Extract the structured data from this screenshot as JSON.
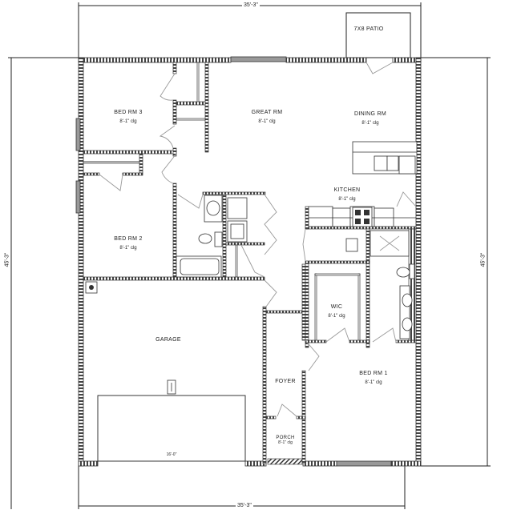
{
  "plan": {
    "dimensions": {
      "top_width": "35'-3\"",
      "bottom_width": "35'-3\"",
      "left_depth": "45'-3\"",
      "right_depth": "45'-3\""
    },
    "rooms": [
      {
        "id": "bed3",
        "name": "BED RM 3",
        "ceiling": "8'-1\" clg"
      },
      {
        "id": "great",
        "name": "GREAT RM",
        "ceiling": "8'-1\" clg"
      },
      {
        "id": "dining",
        "name": "DINING RM",
        "ceiling": "8'-1\" clg"
      },
      {
        "id": "kitchen",
        "name": "KITCHEN",
        "ceiling": "8'-1\" clg"
      },
      {
        "id": "bed2",
        "name": "BED RM 2",
        "ceiling": "8'-1\" clg"
      },
      {
        "id": "wic",
        "name": "WIC",
        "ceiling": "8'-1\" clg"
      },
      {
        "id": "garage",
        "name": "GARAGE",
        "ceiling": ""
      },
      {
        "id": "foyer",
        "name": "FOYER",
        "ceiling": ""
      },
      {
        "id": "bed1",
        "name": "BED RM 1",
        "ceiling": "8'-1\" clg"
      },
      {
        "id": "porch",
        "name": "PORCH",
        "ceiling": "8'-1\" clg"
      },
      {
        "id": "patio",
        "name": "7X8 PATIO",
        "ceiling": ""
      }
    ],
    "garage_door_width": "16'-0\""
  },
  "colors": {
    "wall": "#333333",
    "wall_fill": "#ffffff",
    "window": "#888888",
    "door_swing": "#999999",
    "line": "#222222"
  }
}
